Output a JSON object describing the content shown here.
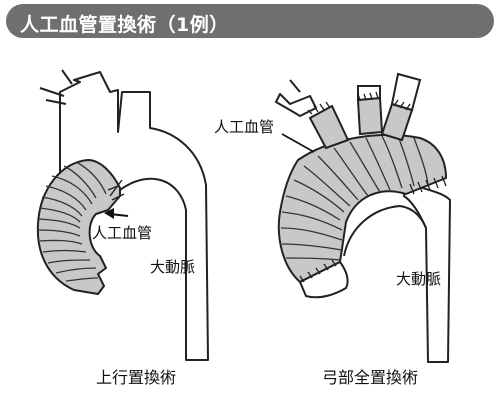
{
  "title": "人工血管置換術（1例）",
  "left": {
    "caption": "上行置換術",
    "graft_label": "人工血管",
    "aorta_label": "大動脈"
  },
  "right": {
    "caption": "弓部全置換術",
    "graft_label": "人工血管",
    "aorta_label": "大動脈"
  },
  "colors": {
    "graft_fill": "#c8c8c8",
    "outline": "#222222",
    "title_bar": "#6f6f6f"
  }
}
